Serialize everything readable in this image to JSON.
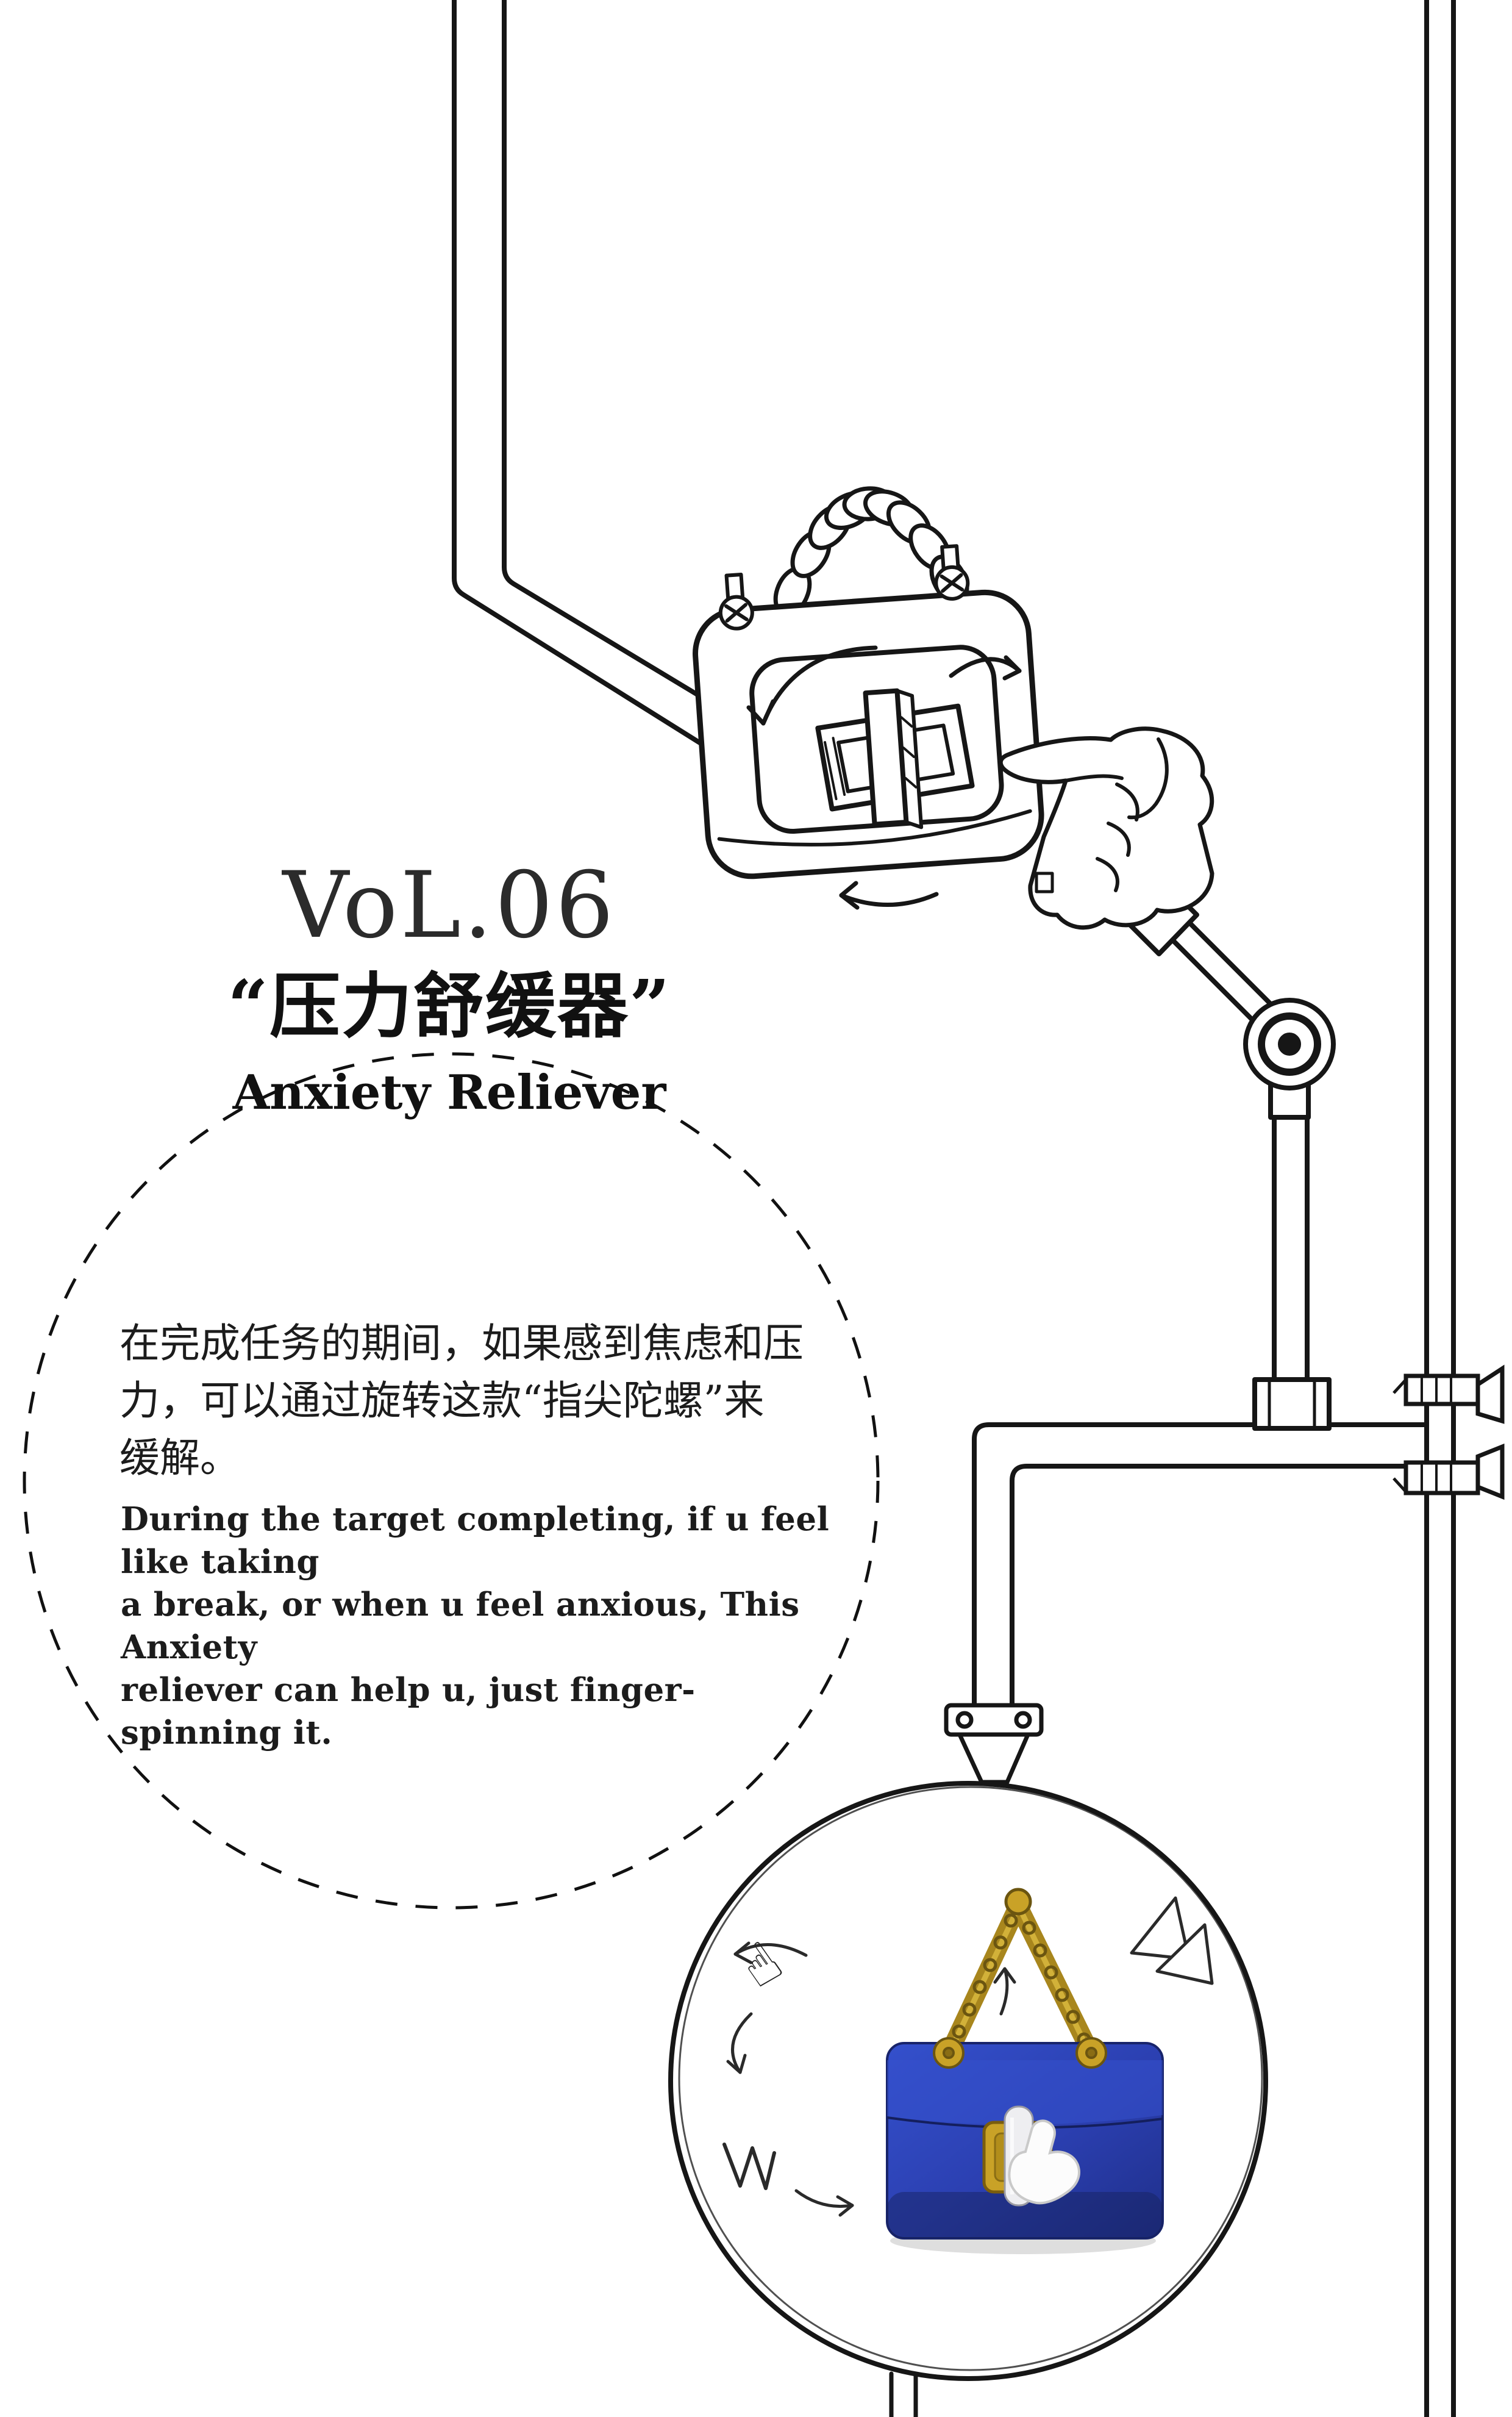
{
  "doc": {
    "volume": "VoL.06",
    "title_cn": "“压力舒缓器”",
    "title_en": "Anxiety Reliever",
    "desc_cn_lines": [
      "在完成任务的期间，如果感到焦虑和压",
      "力，可以通过旋转这款“指尖陀螺”来",
      "缓解。"
    ],
    "desc_en_lines": [
      "During the target completing, if u feel like taking",
      "a break, or when u feel anxious, This Anxiety",
      "reliever can help u,  just finger-spinning it."
    ]
  },
  "icons": {
    "spin_gesture": "☝"
  },
  "colors": {
    "ink": "#161616",
    "bag_blue": "#2e46c0",
    "bag_blue_dark": "#1f2f8a",
    "chain_gold": "#a8861d",
    "lock_gold": "#c9a227",
    "lock_silver": "#ececef"
  }
}
